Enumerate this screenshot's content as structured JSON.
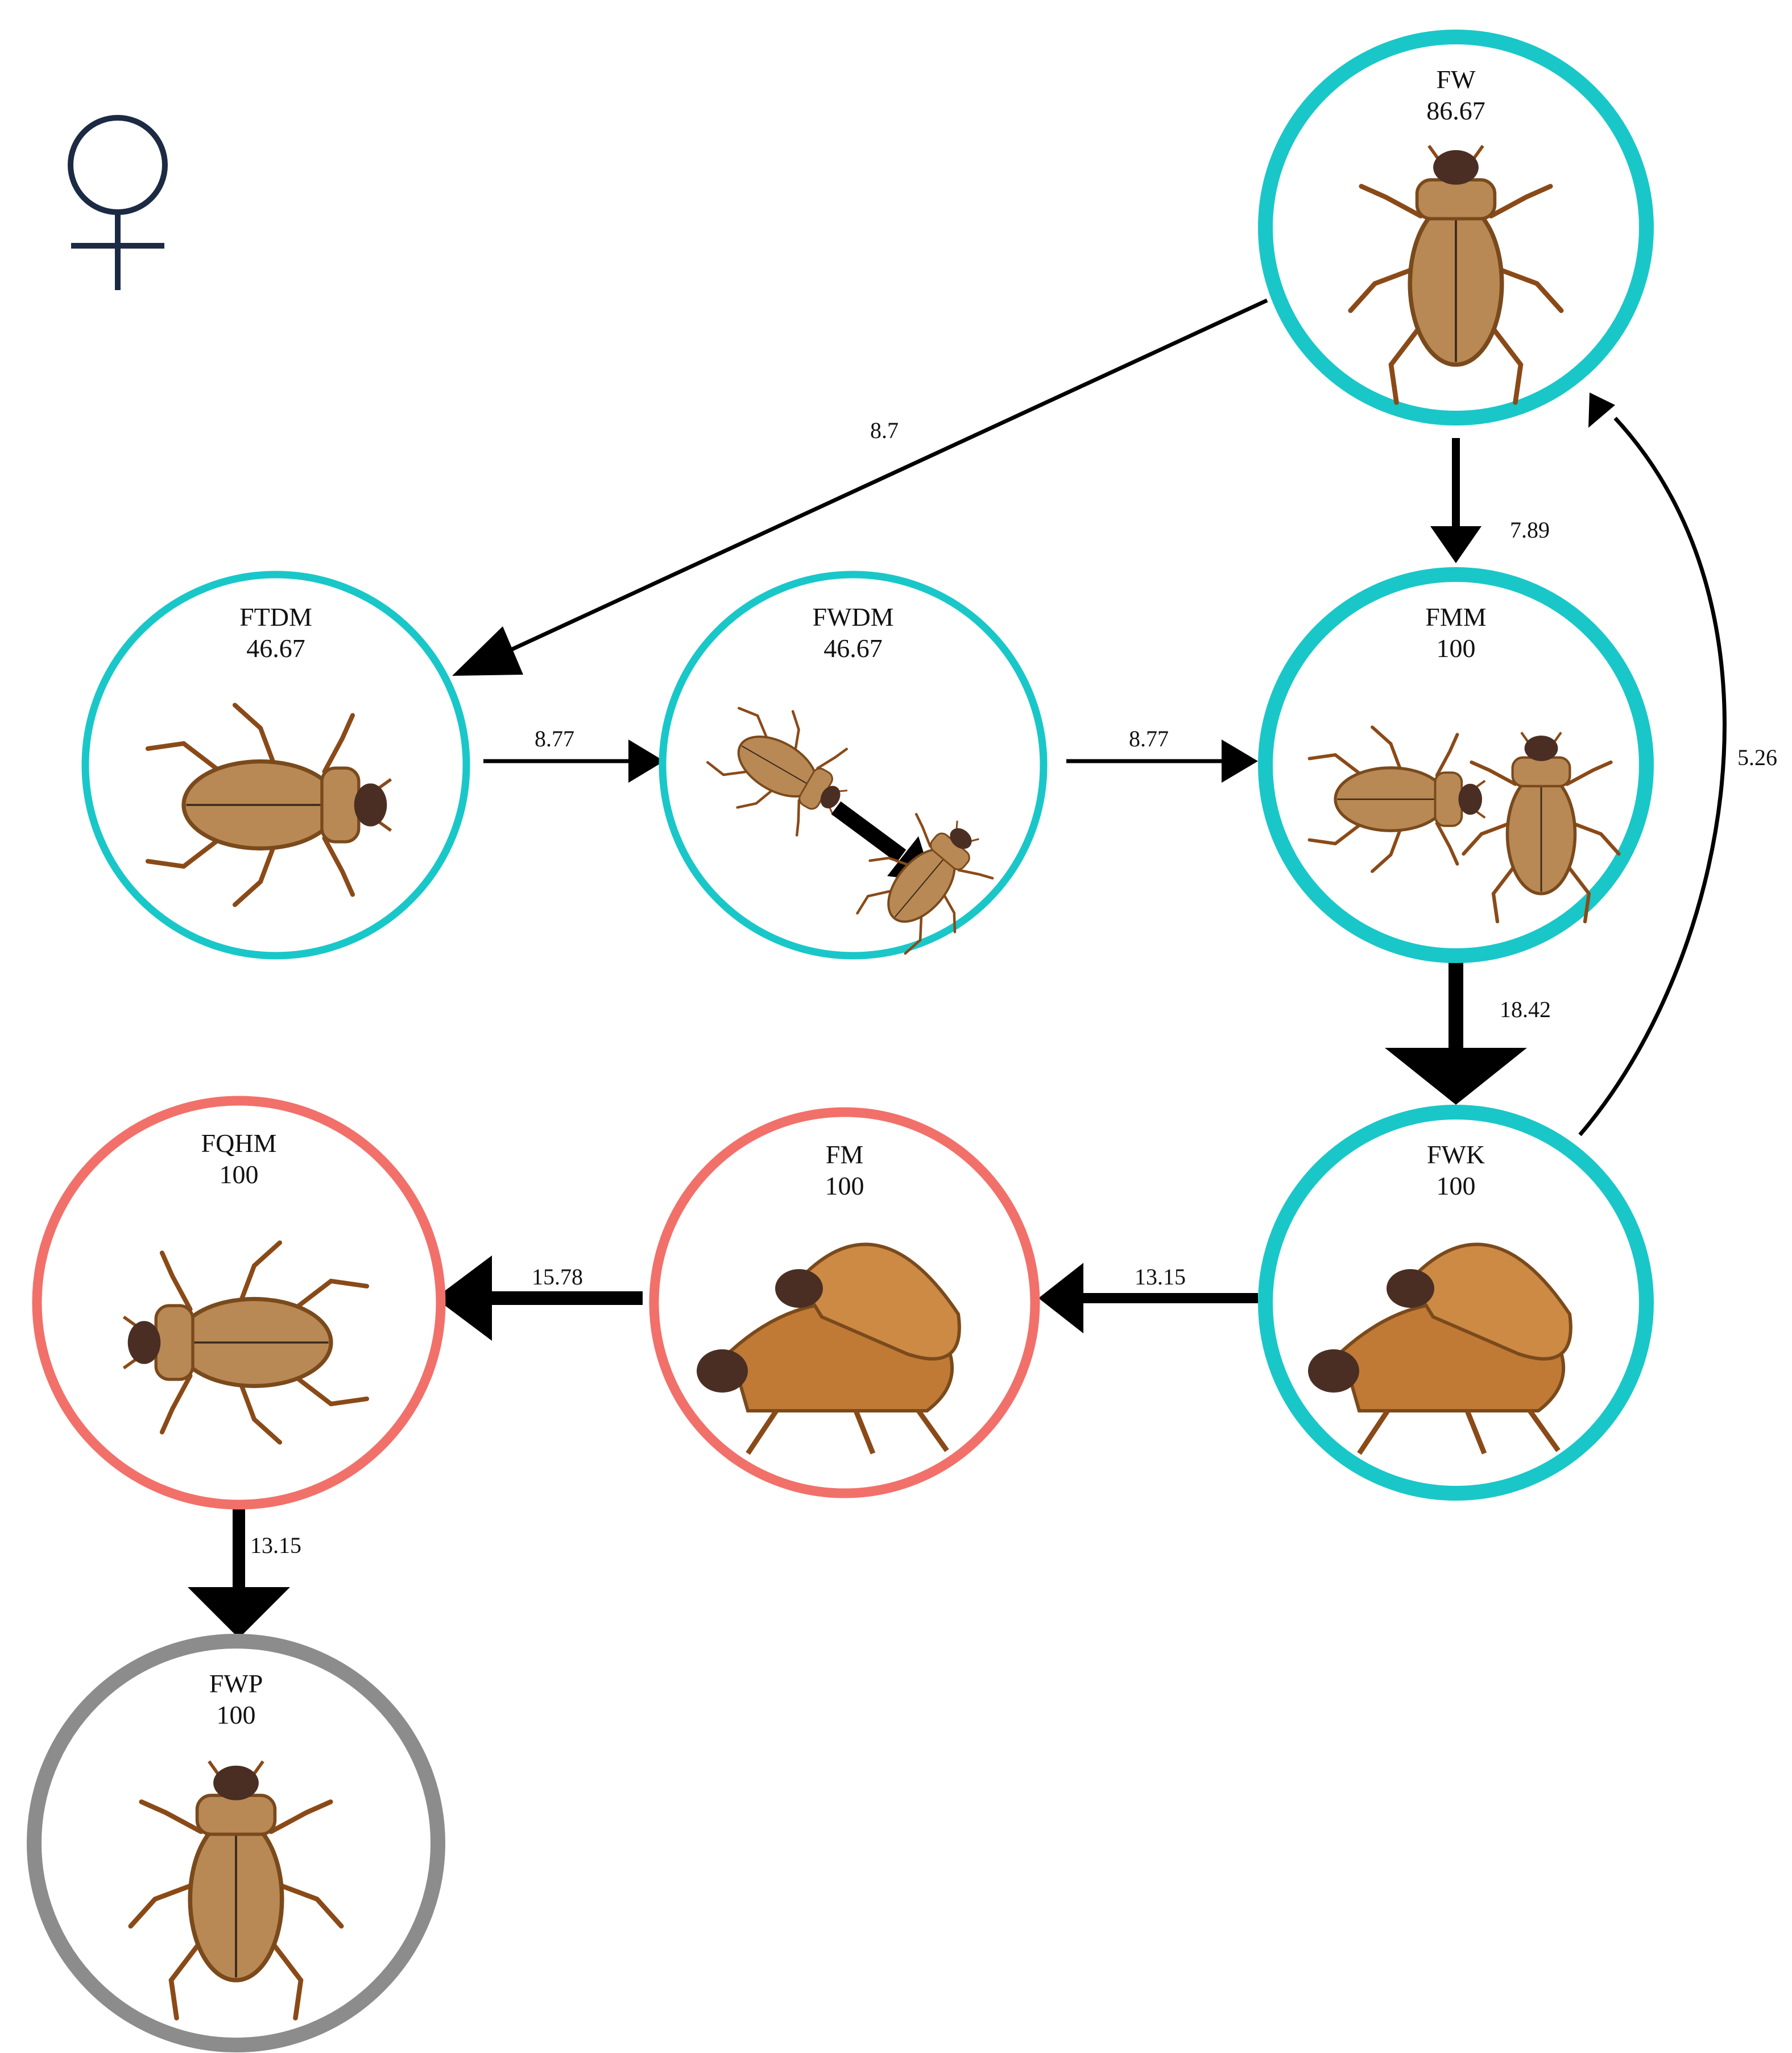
{
  "symbol": {
    "glyph": "♀",
    "name": "female-symbol",
    "color": "#1c2a44"
  },
  "colors": {
    "teal": "#19c7c9",
    "salmon": "#f2706a",
    "gray": "#8c8c8c",
    "beetle_body": "#b88955",
    "beetle_outline": "#7a4a1c",
    "beetle_head": "#4a2e24",
    "leg": "#8a4a18"
  },
  "nodes": [
    {
      "id": "FW",
      "label": "FW",
      "value": "86.67",
      "color": "teal"
    },
    {
      "id": "FTDM",
      "label": "FTDM",
      "value": "46.67",
      "color": "teal"
    },
    {
      "id": "FWDM",
      "label": "FWDM",
      "value": "46.67",
      "color": "teal"
    },
    {
      "id": "FMM",
      "label": "FMM",
      "value": "100",
      "color": "teal"
    },
    {
      "id": "FWK",
      "label": "FWK",
      "value": "100",
      "color": "teal"
    },
    {
      "id": "FM",
      "label": "FM",
      "value": "100",
      "color": "salmon"
    },
    {
      "id": "FQHM",
      "label": "FQHM",
      "value": "100",
      "color": "salmon"
    },
    {
      "id": "FWP",
      "label": "FWP",
      "value": "100",
      "color": "gray"
    }
  ],
  "edges": [
    {
      "from": "FW",
      "to": "FTDM",
      "value": "8.7"
    },
    {
      "from": "FW",
      "to": "FMM",
      "value": "7.89"
    },
    {
      "from": "FTDM",
      "to": "FWDM",
      "value": "8.77"
    },
    {
      "from": "FWDM",
      "to": "FMM",
      "value": "8.77"
    },
    {
      "from": "FMM",
      "to": "FWK",
      "value": "18.42"
    },
    {
      "from": "FWK",
      "to": "FW",
      "value": "5.26"
    },
    {
      "from": "FWK",
      "to": "FM",
      "value": "13.15"
    },
    {
      "from": "FM",
      "to": "FQHM",
      "value": "15.78"
    },
    {
      "from": "FQHM",
      "to": "FWP",
      "value": "13.15"
    }
  ]
}
